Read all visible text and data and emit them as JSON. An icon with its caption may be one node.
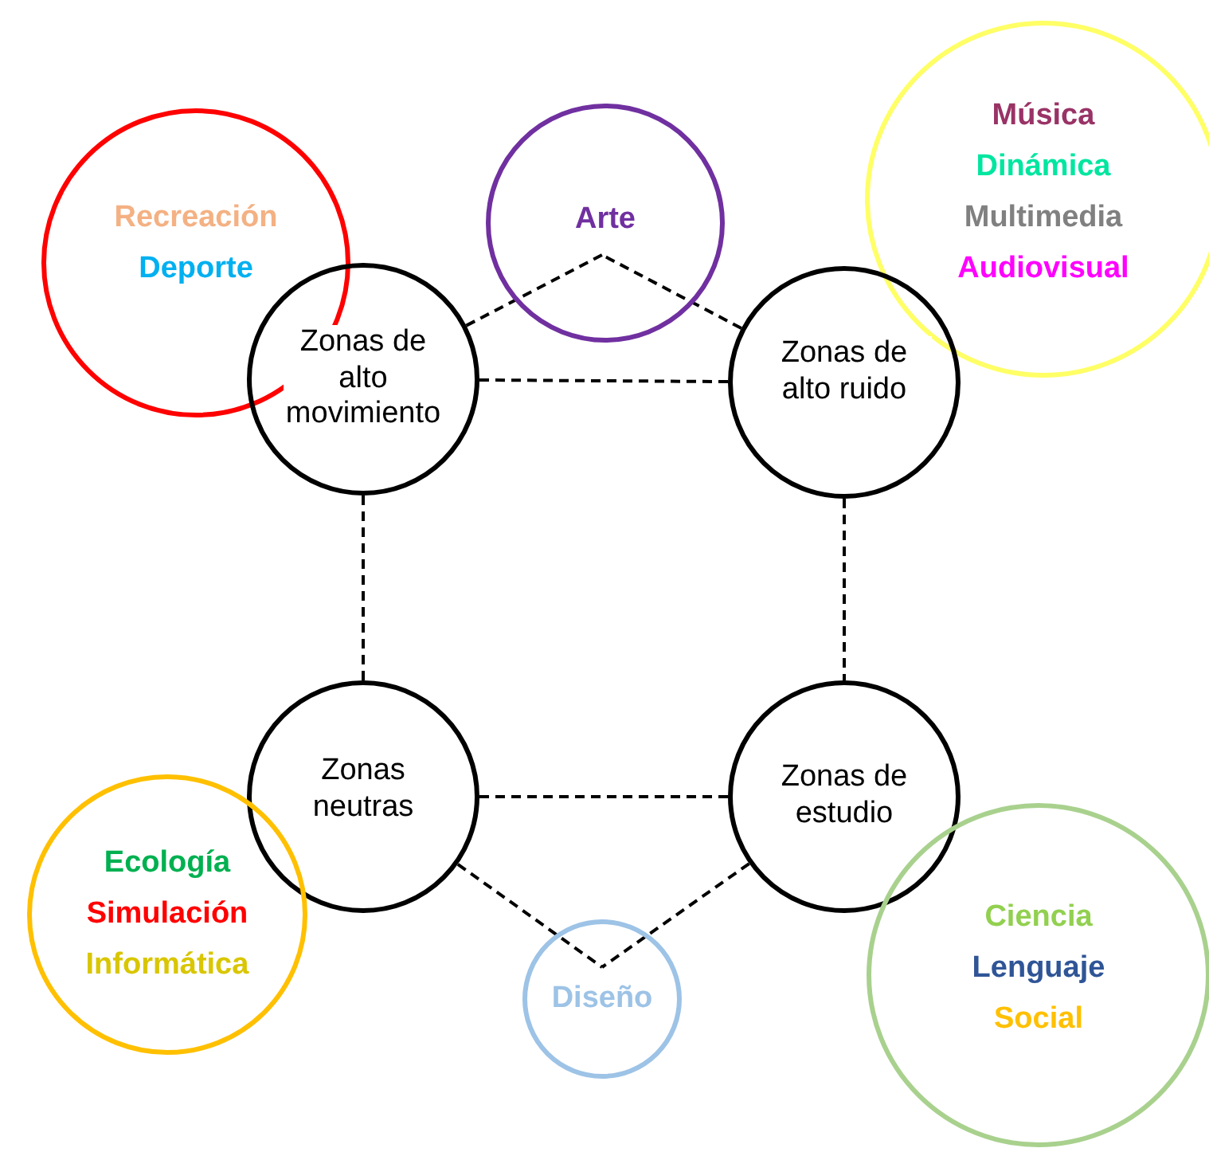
{
  "diagram": {
    "nodes": [
      {
        "text": [
          "Recreación",
          "Deporte"
        ]
      },
      {
        "text": [
          "Arte"
        ]
      },
      {
        "text": [
          "Música",
          "Dinámica",
          "Multimedia",
          "Audiovisual"
        ]
      },
      {
        "text": [
          "Zonas de alto movimiento"
        ]
      },
      {
        "text": [
          "Zonas de alto ruido"
        ]
      },
      {
        "text": [
          "Zonas neutras"
        ]
      },
      {
        "text": [
          "Zonas de estudio"
        ]
      },
      {
        "text": [
          "Ecología",
          "Simulación",
          "Informática"
        ]
      },
      {
        "text": [
          "Diseño"
        ]
      },
      {
        "text": [
          "Ciencia",
          "Lenguaje",
          "Social"
        ]
      }
    ],
    "edges": [
      {
        "from": 3,
        "to": 4,
        "arrow": "none",
        "style": "dashed"
      },
      {
        "from": 3,
        "to": 1,
        "arrow": "none",
        "style": "dashed"
      },
      {
        "from": 4,
        "to": 1,
        "arrow": "none",
        "style": "dashed"
      },
      {
        "from": 3,
        "to": 5,
        "arrow": "none",
        "style": "dashed"
      },
      {
        "from": 4,
        "to": 6,
        "arrow": "none",
        "style": "dashed"
      },
      {
        "from": 5,
        "to": 6,
        "arrow": "none",
        "style": "dashed"
      },
      {
        "from": 5,
        "to": 8,
        "arrow": "none",
        "style": "dashed"
      },
      {
        "from": 6,
        "to": 8,
        "arrow": "none",
        "style": "dashed"
      }
    ]
  }
}
